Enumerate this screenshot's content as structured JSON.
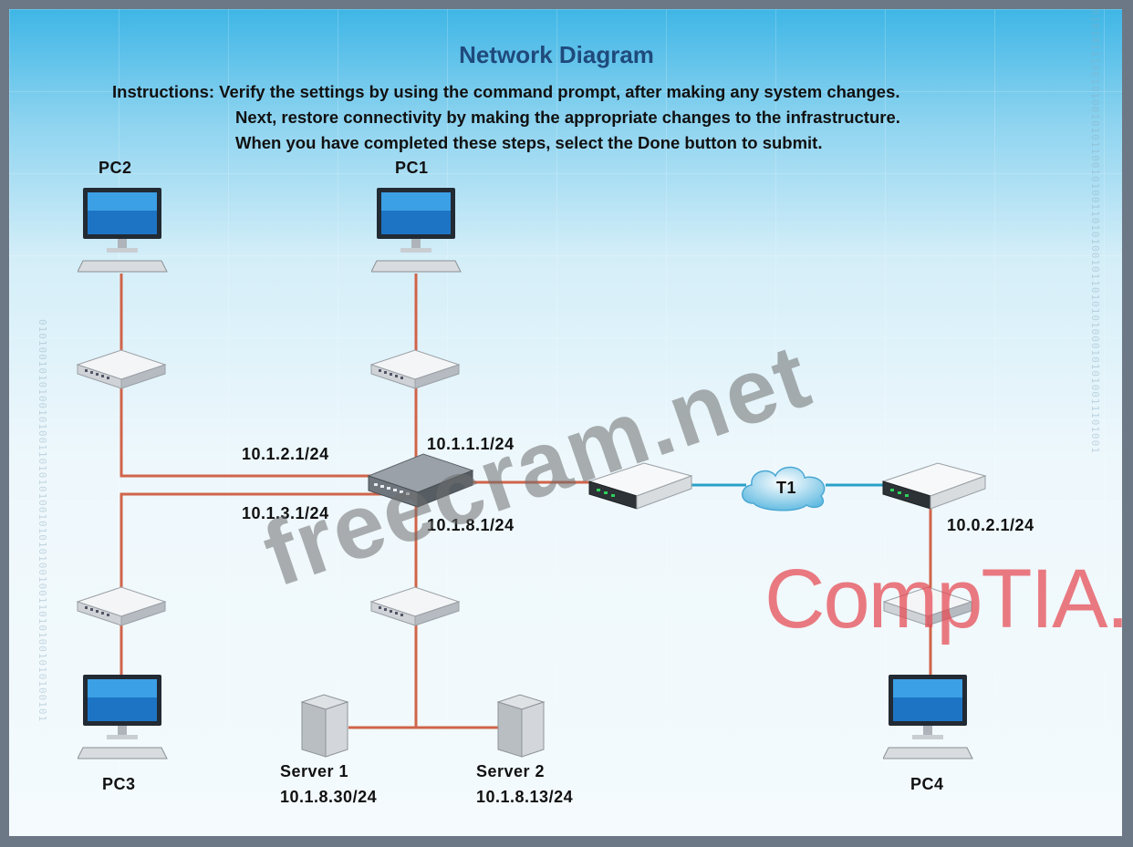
{
  "title": "Network Diagram",
  "instructions": {
    "line1": "Instructions: Verify the settings by using the command prompt, after making any system changes.",
    "line2": "Next, restore connectivity by making the appropriate changes to the infrastructure.",
    "line3": "When you have completed these steps, select the Done button to submit."
  },
  "nodes": {
    "pc1": "PC1",
    "pc2": "PC2",
    "pc3": "PC3",
    "pc4": "PC4",
    "server1": "Server 1",
    "server1_ip": "10.1.8.30/24",
    "server2": "Server 2",
    "server2_ip": "10.1.8.13/24",
    "cloud": "T1"
  },
  "interfaces": {
    "if_pc2": "10.1.2.1/24",
    "if_pc1": "10.1.1.1/24",
    "if_pc3": "10.1.3.1/24",
    "if_servers": "10.1.8.1/24",
    "if_remote": "10.0.2.1/24"
  },
  "watermarks": {
    "site": "freecram.net",
    "brand": "CompTIA."
  },
  "colors": {
    "link": "#d0644a",
    "wan_link": "#2aa0c8",
    "title": "#1f4a7c"
  }
}
